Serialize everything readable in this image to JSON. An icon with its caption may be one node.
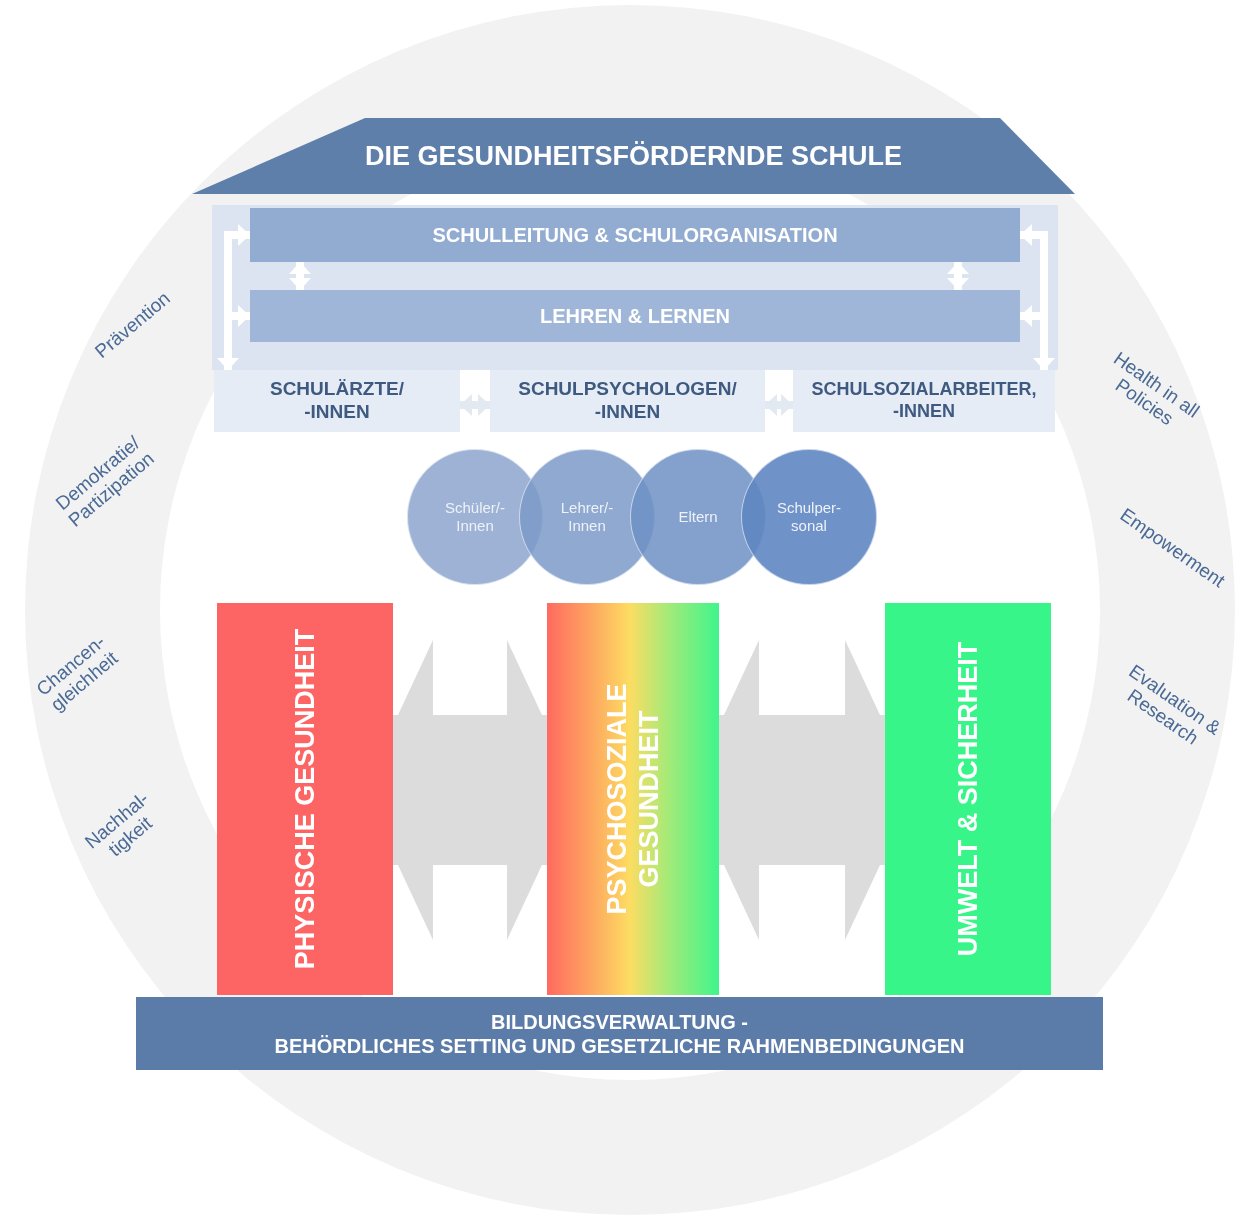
{
  "diagram": {
    "nodes": [
      {
        "text": [
          "DIE GESUNDHEITSFÖRDERNDE SCHULE"
        ]
      },
      {
        "text": [
          "SCHULLEITUNG & SCHULORGANISATION"
        ]
      },
      {
        "text": [
          "LEHREN & LERNEN"
        ]
      },
      {
        "text": [
          "SCHULÄRZTE/ -INNEN"
        ]
      },
      {
        "text": [
          "SCHULPSYCHOLOGEN/ -INNEN"
        ]
      },
      {
        "text": [
          "SCHULSOZIALARBEITER, -INNEN"
        ]
      },
      {
        "text": [
          "Schüler/- Innen"
        ]
      },
      {
        "text": [
          "Lehrer/- Innen"
        ]
      },
      {
        "text": [
          "Eltern"
        ]
      },
      {
        "text": [
          "Schulper- sonal"
        ]
      },
      {
        "text": [
          "PHYSISCHE GESUNDHEIT"
        ]
      },
      {
        "text": [
          "PSYCHOSOZIALE GESUNDHEIT"
        ]
      },
      {
        "text": [
          "UMWELT & SICHERHEIT"
        ]
      },
      {
        "text": [
          "BILDUNGSVERWALTUNG -",
          "BEHÖRDLICHES SETTING UND GESETZLICHE RAHMENBEDINGUNGEN"
        ]
      }
    ],
    "edges": [
      {
        "from": 1,
        "to": 2,
        "arrow": "both"
      },
      {
        "from": 1,
        "to": 2,
        "arrow": "both"
      },
      {
        "from": 1,
        "to": 3,
        "arrow": "both"
      },
      {
        "from": 1,
        "to": 5,
        "arrow": "both"
      },
      {
        "from": null,
        "to": 2,
        "arrow": "to"
      },
      {
        "from": null,
        "to": 2,
        "arrow": "to"
      },
      {
        "from": 3,
        "to": 4,
        "arrow": "both",
        "color": "#e3e9f1"
      },
      {
        "from": 4,
        "to": 5,
        "arrow": "both",
        "color": "#e3e9f1"
      },
      {
        "from": 10,
        "to": 11,
        "arrow": "both",
        "style": "thick",
        "color": "#dcdcdc"
      },
      {
        "from": 11,
        "to": 12,
        "arrow": "both",
        "style": "thick",
        "color": "#dcdcdc"
      }
    ],
    "labels": [
      "Prävention",
      "Demokratie/ Partizipation",
      "Chancen- gleichheit",
      "Nachhal- tigkeit",
      "Health in all Policies",
      "Empowerment",
      "Evaluation & Research"
    ]
  }
}
